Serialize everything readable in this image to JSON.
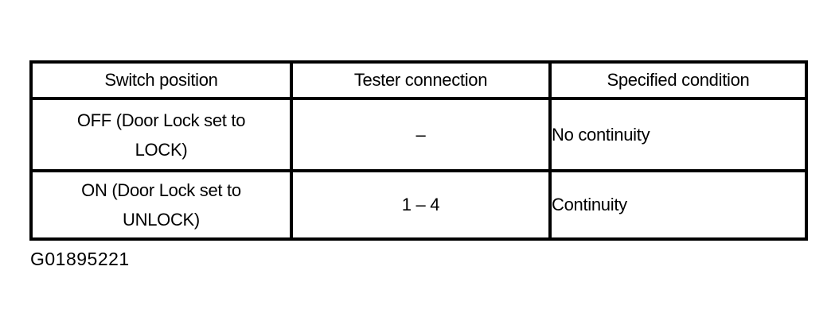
{
  "table": {
    "headers": [
      "Switch position",
      "Tester connection",
      "Specified condition"
    ],
    "rows": [
      {
        "switch_position_lines": [
          "OFF (Door Lock set to",
          "LOCK)"
        ],
        "tester_connection": "–",
        "specified_condition": "No continuity"
      },
      {
        "switch_position_lines": [
          "ON (Door Lock set to",
          "UNLOCK)"
        ],
        "tester_connection": "1 – 4",
        "specified_condition": "Continuity"
      }
    ]
  },
  "figure_id": "G01895221",
  "colors": {
    "border": "#000000",
    "text": "#000000",
    "background": "#ffffff"
  }
}
